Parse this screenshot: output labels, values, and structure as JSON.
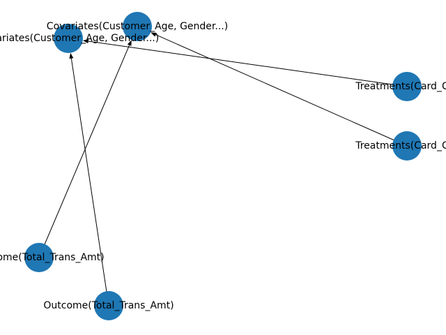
{
  "colors": {
    "node_fill": "#1f77b4",
    "edge": "#000000",
    "label": "#000000",
    "background": "#ffffff"
  },
  "nodes": [
    {
      "id": "covariates-1",
      "label": "Covariates(Customer_Age, Gender...)"
    },
    {
      "id": "covariates-2",
      "label": "Covariates(Customer_Age, Gender...)"
    },
    {
      "id": "treatments-1",
      "label": "Treatments(Card_Cat"
    },
    {
      "id": "treatments-2",
      "label": "Treatments(Card_Cat"
    },
    {
      "id": "outcome-1",
      "label": "Outcome(Total_Trans_Amt)"
    },
    {
      "id": "outcome-2",
      "label": "Outcome(Total_Trans_Amt)"
    }
  ],
  "edges": [
    {
      "from": "treatments-1",
      "to": "covariates-1"
    },
    {
      "from": "treatments-2",
      "to": "covariates-2"
    },
    {
      "from": "outcome-1",
      "to": "covariates-2"
    },
    {
      "from": "outcome-2",
      "to": "covariates-1"
    }
  ]
}
